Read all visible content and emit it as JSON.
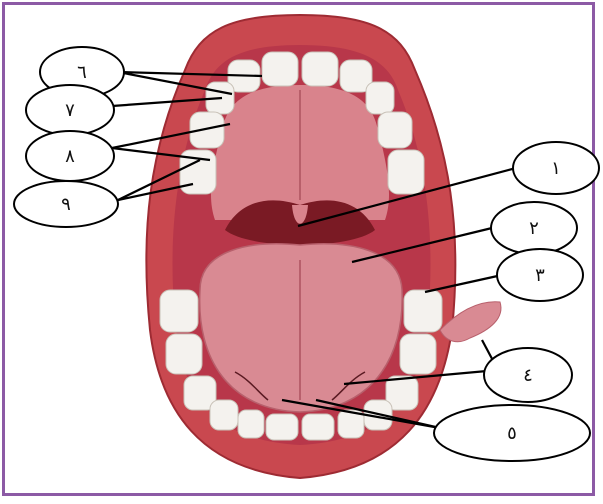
{
  "colors": {
    "frame": "#8c5aa5",
    "lip": "#c9484f",
    "lip_dark": "#9e2b33",
    "mouth_inner": "#b8374a",
    "palate": "#d9838c",
    "tongue": "#d98a93",
    "teeth": "#f4f2ee",
    "throat": "#7a1a24"
  },
  "labels": [
    {
      "id": "1",
      "text": "١"
    },
    {
      "id": "2",
      "text": "٢"
    },
    {
      "id": "3",
      "text": "٣"
    },
    {
      "id": "4",
      "text": "٤"
    },
    {
      "id": "5",
      "text": "٥"
    },
    {
      "id": "6",
      "text": "٦"
    },
    {
      "id": "7",
      "text": "٧"
    },
    {
      "id": "8",
      "text": "٨"
    },
    {
      "id": "9",
      "text": "٩"
    }
  ]
}
